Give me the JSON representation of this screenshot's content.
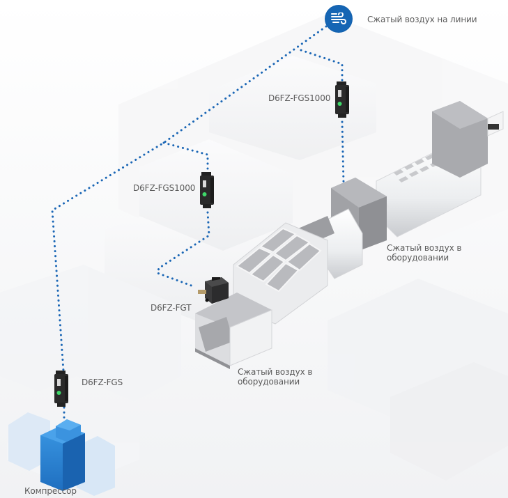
{
  "diagram": {
    "title": "Compressed air monitoring network",
    "hub": {
      "icon": "wind-icon",
      "label": "Сжатый воздух на линии",
      "color": "#1565b4"
    },
    "sensors": [
      {
        "id": "sensor-line",
        "model": "D6FZ-FGS1000"
      },
      {
        "id": "sensor-mid",
        "model": "D6FZ-FGS1000"
      },
      {
        "id": "sensor-fgt",
        "model": "D6FZ-FGT"
      },
      {
        "id": "sensor-compressor",
        "model": "D6FZ-FGS"
      }
    ],
    "locations": {
      "equipment_right": "Сжатый воздух в оборудовании",
      "equipment_bottom": "Сжатый воздух в оборудовании",
      "compressor": "Компрессор"
    },
    "colors": {
      "connection": "#1a66b5",
      "compressor": "#2b86d6",
      "sensor_body": "#2a2a2a",
      "sensor_led": "#3fd96a",
      "machine_dark": "#9b9ca0",
      "machine_light": "#e9eaec"
    }
  }
}
